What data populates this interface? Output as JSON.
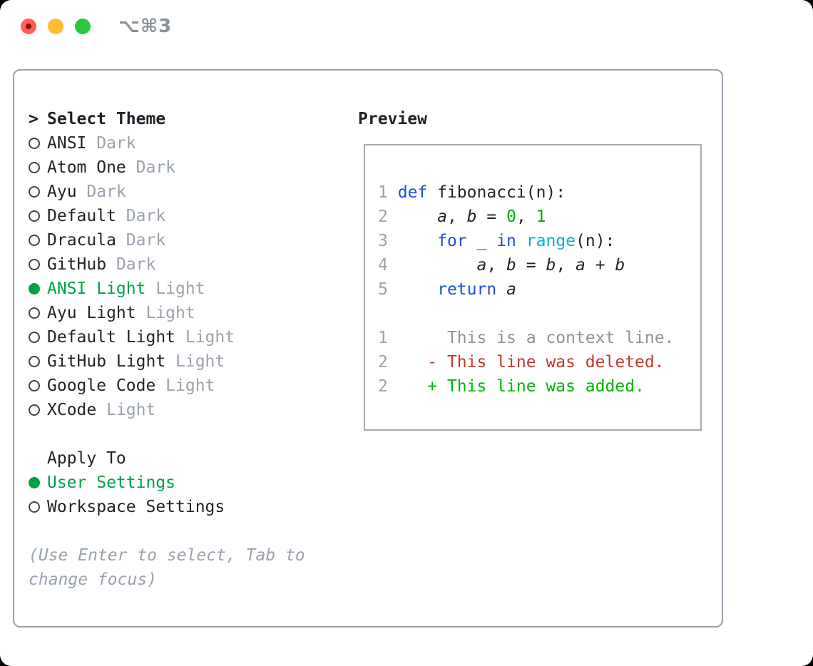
{
  "window": {
    "title_shortcut": "⌥⌘3"
  },
  "colors": {
    "text": "#1f2328",
    "muted": "#9aa2ae",
    "border": "#99a1ac",
    "box-border": "#a3abb3",
    "accent": "#00a246",
    "kw": "#1d50d8",
    "builtin": "#00b4c8",
    "numlit": "#00ab00",
    "del": "#c0392b",
    "add": "#00b300",
    "lnum": "#9aa2ae",
    "ctx": "#8b939c",
    "title": "#8a9098",
    "light-red": "#ff5f57",
    "light-red-dot": "#86130f",
    "light-yellow": "#febc2e",
    "light-green": "#28c840"
  },
  "left": {
    "header_prefix": ">",
    "header": "Select Theme",
    "themes": [
      {
        "name": "ANSI",
        "variant": "Dark",
        "selected": false
      },
      {
        "name": "Atom One",
        "variant": "Dark",
        "selected": false
      },
      {
        "name": "Ayu",
        "variant": "Dark",
        "selected": false
      },
      {
        "name": "Default",
        "variant": "Dark",
        "selected": false
      },
      {
        "name": "Dracula",
        "variant": "Dark",
        "selected": false
      },
      {
        "name": "GitHub",
        "variant": "Dark",
        "selected": false
      },
      {
        "name": "ANSI Light",
        "variant": "Light",
        "selected": true
      },
      {
        "name": "Ayu Light",
        "variant": "Light",
        "selected": false
      },
      {
        "name": "Default Light",
        "variant": "Light",
        "selected": false
      },
      {
        "name": "GitHub Light",
        "variant": "Light",
        "selected": false
      },
      {
        "name": "Google Code",
        "variant": "Light",
        "selected": false
      },
      {
        "name": "XCode",
        "variant": "Light",
        "selected": false
      }
    ],
    "apply_to": {
      "label": "Apply To",
      "options": [
        {
          "label": "User Settings",
          "selected": true
        },
        {
          "label": "Workspace Settings",
          "selected": false
        }
      ]
    },
    "hint": "(Use Enter to select, Tab to change focus)"
  },
  "preview": {
    "title": "Preview",
    "lines": [
      {
        "tokens": [
          {
            "c": "lnum",
            "t": "1"
          },
          {
            "c": "plain",
            "t": " "
          },
          {
            "c": "kw",
            "t": "def"
          },
          {
            "c": "plain",
            "t": " fibonacci(n):"
          }
        ]
      },
      {
        "tokens": [
          {
            "c": "lnum",
            "t": "2"
          },
          {
            "c": "plain",
            "t": "     "
          },
          {
            "c": "var",
            "t": "a"
          },
          {
            "c": "plain",
            "t": ", "
          },
          {
            "c": "var",
            "t": "b"
          },
          {
            "c": "plain",
            "t": " = "
          },
          {
            "c": "numlit",
            "t": "0"
          },
          {
            "c": "plain",
            "t": ", "
          },
          {
            "c": "numlit",
            "t": "1"
          }
        ]
      },
      {
        "tokens": [
          {
            "c": "lnum",
            "t": "3"
          },
          {
            "c": "plain",
            "t": "     "
          },
          {
            "c": "kw",
            "t": "for"
          },
          {
            "c": "plain",
            "t": " _ "
          },
          {
            "c": "kw",
            "t": "in"
          },
          {
            "c": "plain",
            "t": " "
          },
          {
            "c": "builtin",
            "t": "range"
          },
          {
            "c": "plain",
            "t": "(n):"
          }
        ]
      },
      {
        "tokens": [
          {
            "c": "lnum",
            "t": "4"
          },
          {
            "c": "plain",
            "t": "         "
          },
          {
            "c": "var",
            "t": "a"
          },
          {
            "c": "plain",
            "t": ", "
          },
          {
            "c": "var",
            "t": "b"
          },
          {
            "c": "plain",
            "t": " = "
          },
          {
            "c": "var",
            "t": "b"
          },
          {
            "c": "plain",
            "t": ", "
          },
          {
            "c": "var",
            "t": "a"
          },
          {
            "c": "plain",
            "t": " + "
          },
          {
            "c": "var",
            "t": "b"
          }
        ]
      },
      {
        "tokens": [
          {
            "c": "lnum",
            "t": "5"
          },
          {
            "c": "plain",
            "t": "     "
          },
          {
            "c": "kw",
            "t": "return"
          },
          {
            "c": "plain",
            "t": " "
          },
          {
            "c": "var",
            "t": "a"
          }
        ]
      },
      {
        "tokens": []
      },
      {
        "tokens": [
          {
            "c": "lnum",
            "t": "1"
          },
          {
            "c": "plain",
            "t": "      "
          },
          {
            "c": "ctx",
            "t": "This is a context line."
          }
        ]
      },
      {
        "tokens": [
          {
            "c": "lnum",
            "t": "2"
          },
          {
            "c": "plain",
            "t": "    "
          },
          {
            "c": "del",
            "t": "- This line was deleted."
          }
        ]
      },
      {
        "tokens": [
          {
            "c": "lnum",
            "t": "2"
          },
          {
            "c": "plain",
            "t": "    "
          },
          {
            "c": "add",
            "t": "+ This line was added."
          }
        ]
      }
    ]
  }
}
